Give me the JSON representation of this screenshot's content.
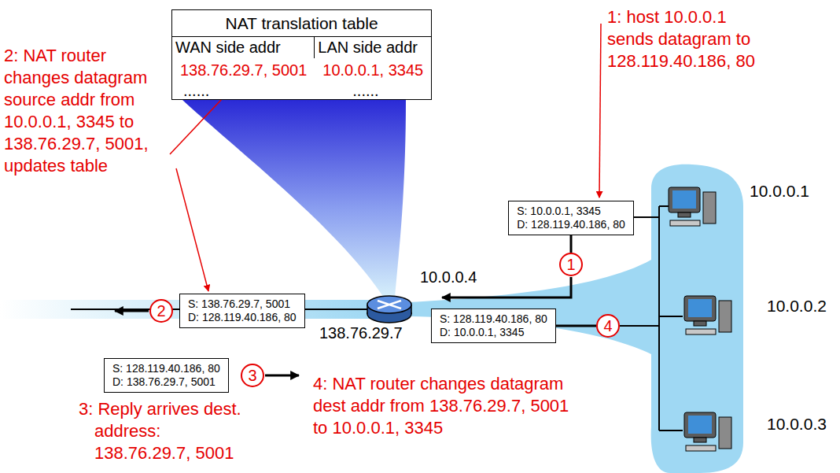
{
  "diagram": {
    "nodes": [
      {
        "text": [
          "NAT translation table",
          "WAN side addr",
          "LAN side addr",
          "138.76.29.7, 5001",
          "10.0.0.1, 3345",
          "......",
          "......"
        ]
      },
      {
        "text": [
          "S: 10.0.0.1, 3345",
          "D: 128.119.40.186, 80"
        ]
      },
      {
        "text": [
          "1"
        ]
      },
      {
        "text": [
          "S: 138.76.29.7, 5001",
          "D: 128.119.40.186, 80"
        ]
      },
      {
        "text": [
          "2"
        ]
      },
      {
        "text": [
          "3"
        ]
      },
      {
        "text": [
          "S: 128.119.40.186, 80",
          "D: 138.76.29.7, 5001"
        ]
      },
      {
        "text": [
          "S: 128.119.40.186, 80",
          "D: 10.0.0.1, 3345"
        ]
      },
      {
        "text": [
          "4"
        ]
      }
    ],
    "edges": [
      {
        "from": 1,
        "to": 2,
        "arrow": "none"
      },
      {
        "from": 7,
        "to": 8,
        "arrow": "none"
      }
    ],
    "labels": [
      "1: host 10.0.0.1 sends datagram to 128.119.40.186, 80",
      "2: NAT router changes datagram source addr from 10.0.0.1, 3345 to 138.76.29.7, 5001, updates table",
      "10.0.0.1",
      "10.0.0.4",
      "10.0.0.2",
      "138.76.29.7",
      "10.0.0.3",
      "3: Reply arrives dest. address: 138.76.29.7, 5001",
      "4: NAT router changes datagram dest addr from 138.76.29.7, 5001 to 10.0.0.1, 3345"
    ]
  }
}
